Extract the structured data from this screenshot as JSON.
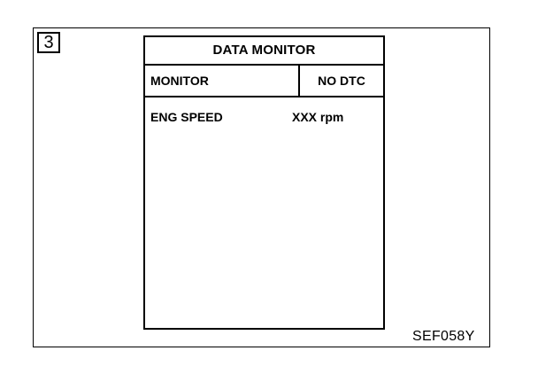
{
  "step": {
    "number": "3"
  },
  "screen": {
    "title": "DATA MONITOR",
    "mode_label": "MONITOR",
    "status": "NO DTC",
    "rows": [
      {
        "label": "ENG SPEED",
        "value": "XXX rpm"
      }
    ]
  },
  "figure": {
    "code": "SEF058Y"
  }
}
